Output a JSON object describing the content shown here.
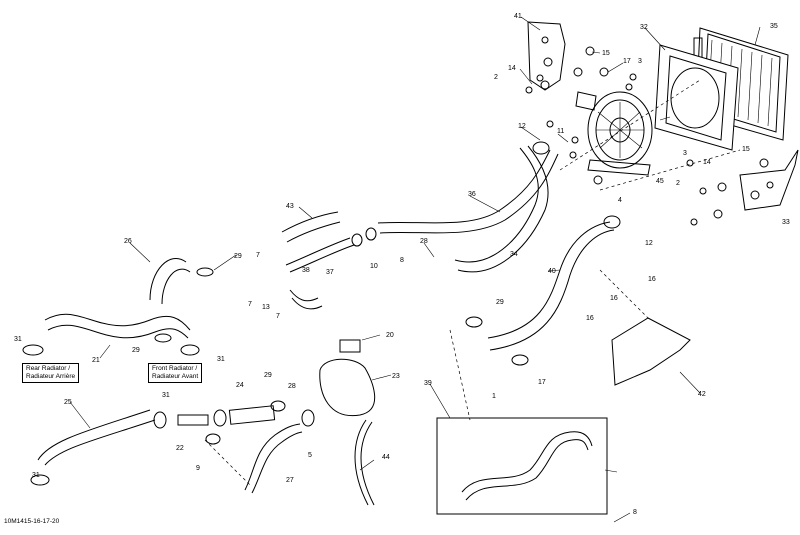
{
  "diagram": {
    "reference_code": "10M1415-16-17-20",
    "labels": {
      "rear_radiator": [
        "Rear Radiator /",
        "Radiateur Arrière"
      ],
      "front_radiator": [
        "Front Radiator /",
        "Radiateur Avant"
      ]
    },
    "callouts": [
      "41",
      "35",
      "32",
      "15",
      "17",
      "3",
      "14",
      "2",
      "12",
      "11",
      "15",
      "14",
      "2",
      "4",
      "45",
      "3",
      "12",
      "33",
      "36",
      "43",
      "7",
      "10",
      "8",
      "37",
      "38",
      "13",
      "7",
      "28",
      "34",
      "26",
      "29",
      "16",
      "40",
      "31",
      "21",
      "29",
      "31",
      "20",
      "23",
      "16",
      "16",
      "42",
      "25",
      "31",
      "24",
      "29",
      "28",
      "22",
      "9",
      "27",
      "5",
      "44",
      "39",
      "1",
      "17",
      "31",
      "8"
    ]
  }
}
